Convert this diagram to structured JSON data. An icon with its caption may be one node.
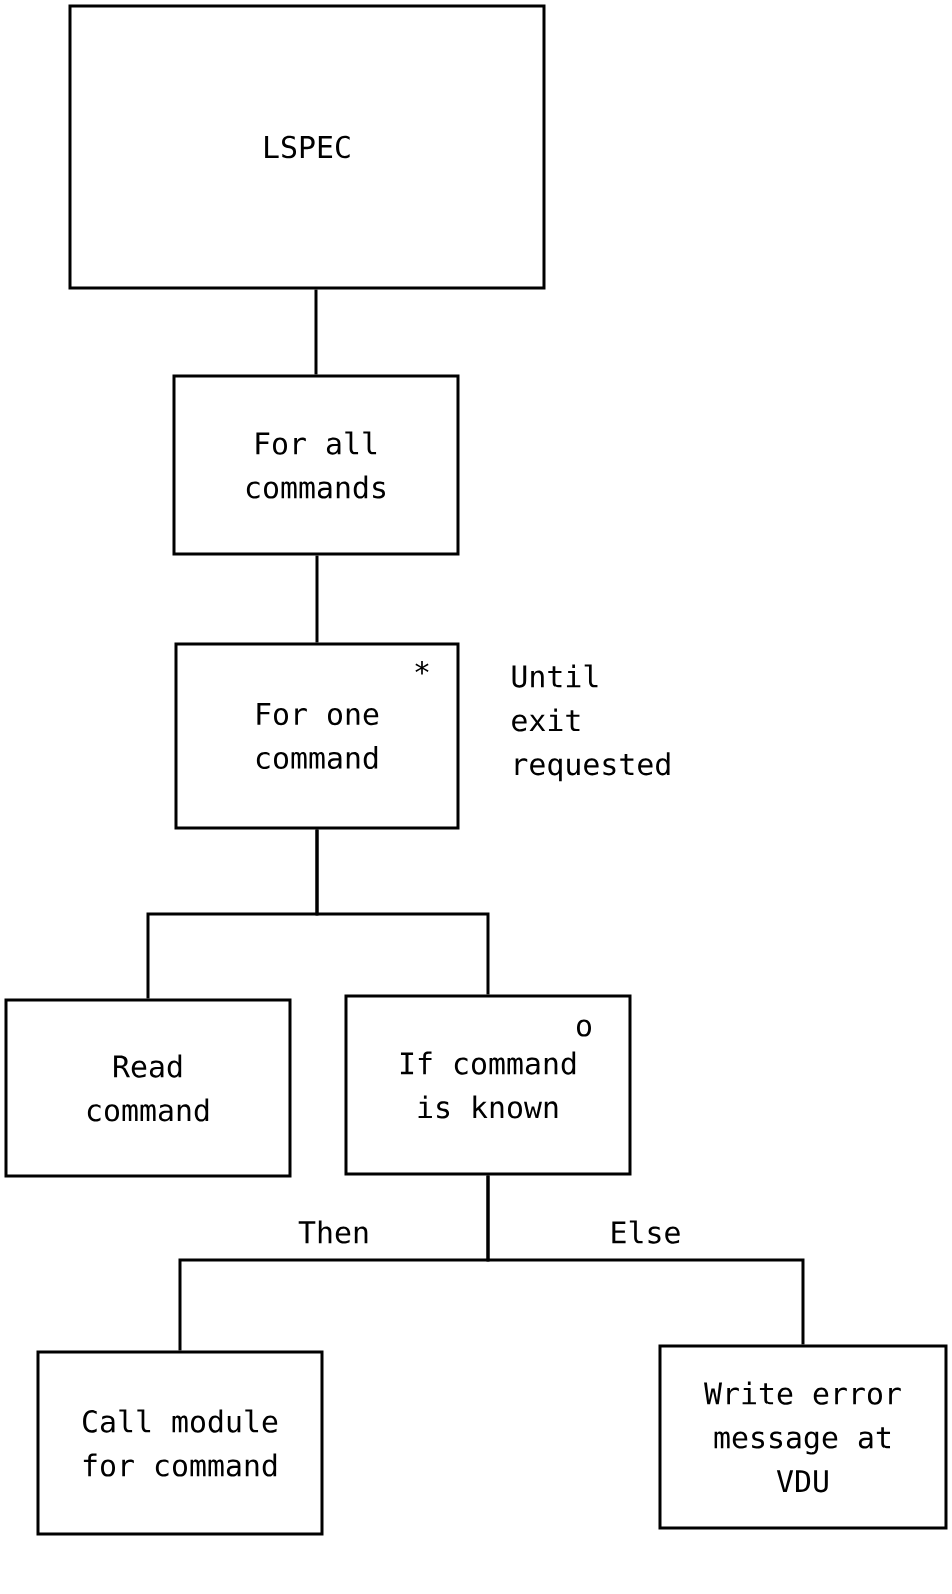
{
  "diagram": {
    "nodes": [
      {
        "text": [
          "LSPEC"
        ]
      },
      {
        "text": [
          "For all commands"
        ]
      },
      {
        "text": [
          "*",
          "For one command"
        ],
        "beside": [
          "Until exit requested"
        ]
      },
      {
        "text": [
          "Read command"
        ]
      },
      {
        "text": [
          "o",
          "If command is known"
        ]
      },
      {
        "text": [
          "Call module for command"
        ]
      },
      {
        "text": [
          "Write error message at VDU"
        ]
      }
    ],
    "edges": [
      {
        "from": 0,
        "to": 1,
        "arrow": "none"
      },
      {
        "from": 1,
        "to": 2,
        "arrow": "none"
      },
      {
        "from": 2,
        "to": 3,
        "arrow": "none"
      },
      {
        "from": 2,
        "to": 4,
        "arrow": "none"
      },
      {
        "from": 4,
        "to": 5,
        "arrow": "none",
        "label": "Then"
      },
      {
        "from": 4,
        "to": 6,
        "arrow": "none",
        "label": "Else"
      }
    ]
  }
}
